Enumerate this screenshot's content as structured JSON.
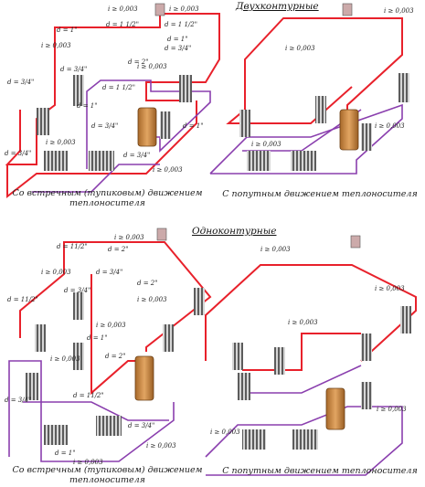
{
  "titles": {
    "two_pipe": "Двухконтурные",
    "one_pipe": "Одноконтурные"
  },
  "captions": {
    "top_left": "Со встречным (тупиковым) движением теплоносителя",
    "top_right": "С попутным движением теплоносителя",
    "bottom_left": "Со встречным (тупиковым) движением теплоносителя",
    "bottom_right": "С попутным движением теплоносителя"
  },
  "labels": {
    "slope": "i ≥ 0,003",
    "d1": "d = 1\"",
    "d1_half": "d = 1 1/2\"",
    "d_3_4": "d = 3/4\"",
    "d_2": "d = 2\"",
    "d_1_half_short": "d = 1 1/2\"",
    "d_11_2": "d = 11/2\"",
    "d_eq_2": "d = 2\""
  },
  "colors": {
    "supply": "#e8212b",
    "return": "#8a3fae",
    "radiator": "#7a7a7a",
    "boiler": "#c8863a",
    "ink": "#222222"
  }
}
